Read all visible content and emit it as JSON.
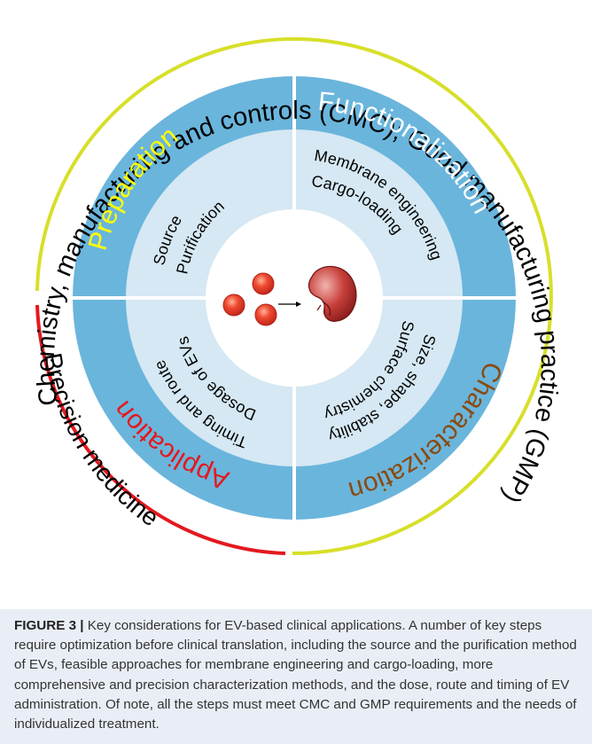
{
  "outer_ring": {
    "top_arc": "Chemistry, manufacturing and controls (CMC); Good manufacturing practice (GMP)",
    "left_arc": "Precision medicine",
    "colors": {
      "cmc_gmp": "#d7df2a",
      "precision": "#e3191f"
    }
  },
  "quadrants": {
    "preparation": {
      "title": "Preparation",
      "title_color": "#ffff00",
      "items": [
        "Source",
        "Purification"
      ]
    },
    "functionalization": {
      "title": "Functionalization",
      "title_color": "#ffffff",
      "items": [
        "Membrane engineering",
        "Cargo-loading"
      ]
    },
    "characterization": {
      "title": "Characterization",
      "title_color": "#8b4a0e",
      "items": [
        "Size, shape, stability",
        "Surface chemistry"
      ]
    },
    "application": {
      "title": "Application",
      "title_color": "#e3191f",
      "items": [
        "Timing and route",
        "Dosage of EVs"
      ]
    }
  },
  "colors": {
    "outer_band": "#6ab5dc",
    "inner_band": "#d5e8f3",
    "center": "#ffffff",
    "ev_red": "#e8392c"
  },
  "caption": {
    "label": "FIGURE 3 |",
    "text": "Key considerations for EV-based clinical applications. A number of key steps require optimization before clinical translation, including the source and the purification method of EVs, feasible approaches for membrane engineering and cargo-loading, more comprehensive and precision characterization methods, and the dose, route and timing of EV administration. Of note, all the steps must meet CMC and GMP requirements and the needs of individualized treatment."
  }
}
